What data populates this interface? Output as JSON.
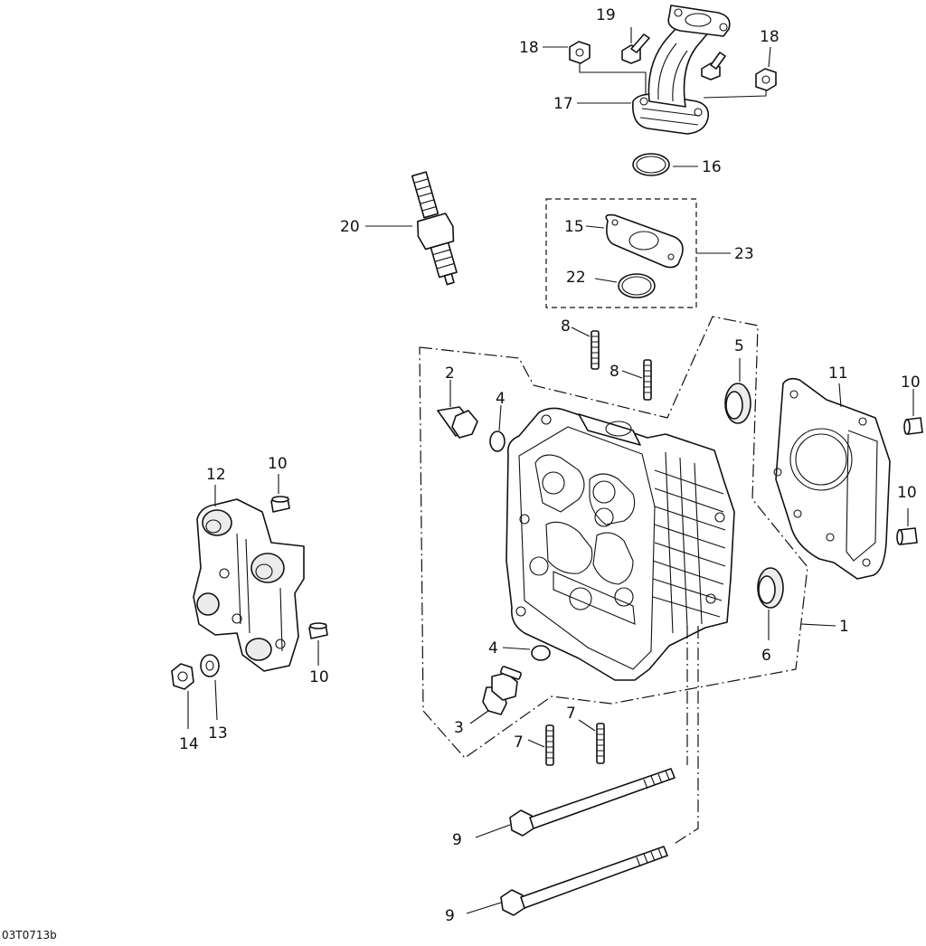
{
  "diagram_code": "03T0713b",
  "callouts": {
    "c1": "1",
    "c2": "2",
    "c3": "3",
    "c4a": "4",
    "c4b": "4",
    "c5": "5",
    "c6": "6",
    "c7a": "7",
    "c7b": "7",
    "c8a": "8",
    "c8b": "8",
    "c9a": "9",
    "c9b": "9",
    "c10a": "10",
    "c10b": "10",
    "c10c": "10",
    "c10d": "10",
    "c11": "11",
    "c12": "12",
    "c13": "13",
    "c14": "14",
    "c15": "15",
    "c16": "16",
    "c17": "17",
    "c18a": "18",
    "c18b": "18",
    "c19": "19",
    "c20": "20",
    "c22": "22",
    "c23": "23"
  }
}
